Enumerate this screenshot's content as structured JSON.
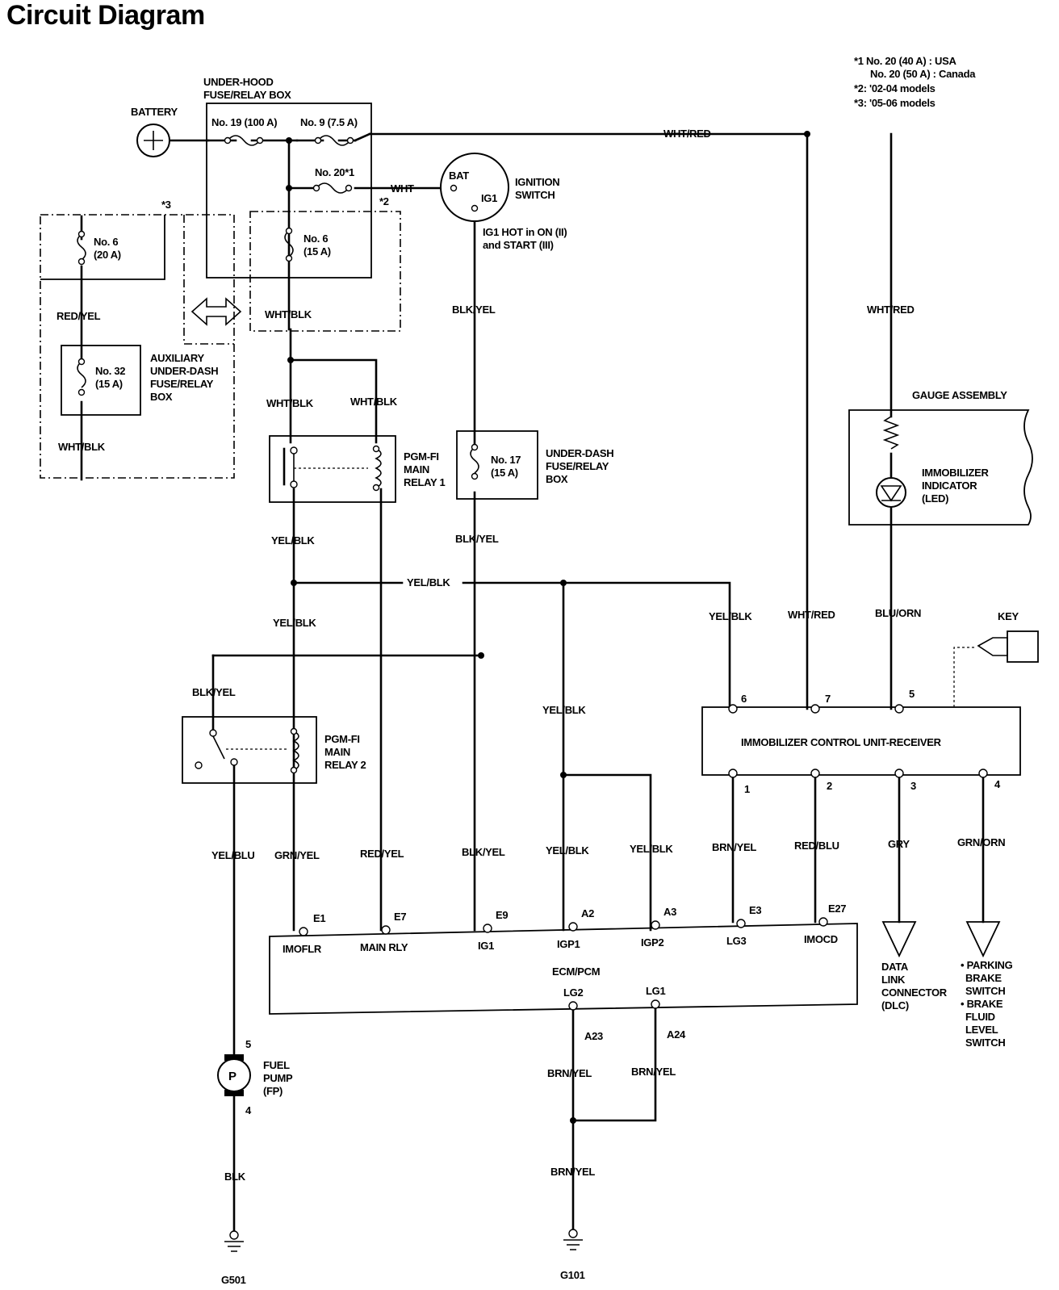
{
  "title": "Circuit Diagram",
  "notes": [
    "*1 No. 20 (40 A) : USA",
    "No. 20 (50 A) : Canada",
    "*2: '02-04 models",
    "*3: '05-06 models"
  ],
  "components": {
    "battery": "BATTERY",
    "underhood_box": [
      "UNDER-HOOD",
      "FUSE/RELAY BOX"
    ],
    "fuse19": "No. 19 (100 A)",
    "fuse9": "No. 9 (7.5 A)",
    "fuse20": "No. 20*1",
    "fuse6a": [
      "No. 6",
      "(20 A)"
    ],
    "fuse6b": [
      "No. 6",
      "(15 A)"
    ],
    "fuse32": [
      "No. 32",
      "(15 A)"
    ],
    "fuse17": [
      "No. 17",
      "(15 A)"
    ],
    "aux_box": [
      "AUXILIARY",
      "UNDER-DASH",
      "FUSE/RELAY",
      "BOX"
    ],
    "underdash_box": [
      "UNDER-DASH",
      "FUSE/RELAY",
      "BOX"
    ],
    "ignition_switch": [
      "IGNITION",
      "SWITCH"
    ],
    "ig_terminals": [
      "BAT",
      "IG1"
    ],
    "ig_note": [
      "IG1 HOT in ON (II)",
      "and START (III)"
    ],
    "relay1": [
      "PGM-FI",
      "MAIN",
      "RELAY 1"
    ],
    "relay2": [
      "PGM-FI",
      "MAIN",
      "RELAY 2"
    ],
    "gauge": "GAUGE ASSEMBLY",
    "indicator": [
      "IMMOBILIZER",
      "INDICATOR",
      "(LED)"
    ],
    "key": "KEY",
    "immobilizer": "IMMOBILIZER CONTROL UNIT-RECEIVER",
    "ecm": "ECM/PCM",
    "fuel_pump": [
      "FUEL",
      "PUMP",
      "(FP)"
    ],
    "pump_symbol": "P",
    "dlc": [
      "DATA",
      "LINK",
      "CONNECTOR",
      "(DLC)"
    ],
    "parking": [
      "• PARKING",
      "BRAKE",
      "SWITCH",
      "• BRAKE",
      "FLUID",
      "LEVEL",
      "SWITCH"
    ],
    "marks": [
      "*3",
      "*2"
    ]
  },
  "wires": {
    "wht_red": "WHT/RED",
    "wht": "WHT",
    "wht_blk": "WHT/BLK",
    "red_yel": "RED/YEL",
    "blk_yel": "BLK/YEL",
    "yel_blk": "YEL/BLK",
    "blu_orn": "BLU/ORN",
    "yel_blu": "YEL/BLU",
    "grn_yel": "GRN/YEL",
    "brn_yel": "BRN/YEL",
    "red_blu": "RED/BLU",
    "gry": "GRY",
    "grn_orn": "GRN/ORN",
    "blk": "BLK"
  },
  "ecm_pins": [
    {
      "pin": "E1",
      "name": "IMOFLR"
    },
    {
      "pin": "E7",
      "name": "MAIN RLY"
    },
    {
      "pin": "E9",
      "name": "IG1"
    },
    {
      "pin": "A2",
      "name": "IGP1"
    },
    {
      "pin": "A3",
      "name": "IGP2"
    },
    {
      "pin": "E3",
      "name": "LG3"
    },
    {
      "pin": "E27",
      "name": "IMOCD"
    }
  ],
  "ecm_ground_pins": [
    {
      "pin": "A23",
      "name": "LG2"
    },
    {
      "pin": "A24",
      "name": "LG1"
    }
  ],
  "immo_pins": [
    "6",
    "7",
    "5",
    "1",
    "2",
    "3",
    "4"
  ],
  "pump_pins": [
    "5",
    "4"
  ],
  "grounds": [
    "G501",
    "G101"
  ]
}
